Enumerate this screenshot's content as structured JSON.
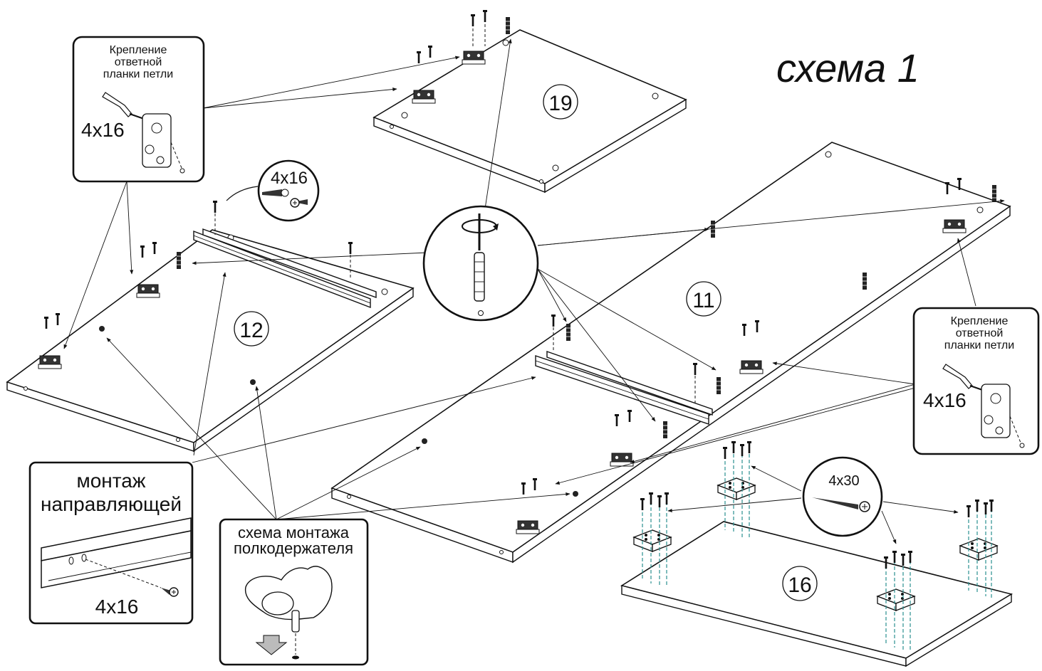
{
  "title": "схема 1",
  "panels": {
    "p19": "19",
    "p12": "12",
    "p11": "11",
    "p16": "16"
  },
  "callouts": {
    "hinge_left": {
      "line1": "Крепление",
      "line2": "ответной",
      "line3": "планки петли",
      "screw": "4х16"
    },
    "hinge_right": {
      "line1": "Крепление",
      "line2": "ответной",
      "line3": "планки петли",
      "screw": "4х16"
    },
    "screw_top": "4х16",
    "rail": {
      "line1": "монтаж",
      "line2": "направляющей",
      "screw": "4х16"
    },
    "shelf": {
      "line1": "схема монтажа",
      "line2": "полкодержателя"
    },
    "screw_feet": "4х30"
  },
  "colors": {
    "line": "#111111",
    "dowel_guide": "#2a8f8f"
  }
}
